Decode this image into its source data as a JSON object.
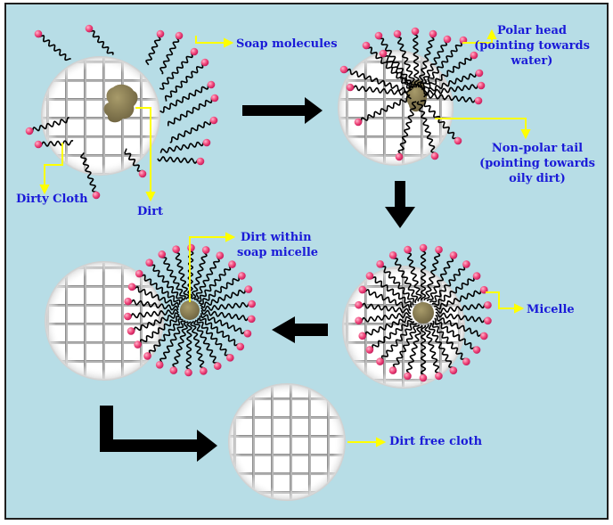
{
  "colors": {
    "background": "#b7dde6",
    "frame": "#1f1f1f",
    "label_text": "#1a1ad8",
    "pointer_arrow": "#ffff00",
    "process_arrow": "#000000",
    "cloth_fill": "#ffffff",
    "cloth_weave": "#a9a9a9",
    "dirt": "#8b7f52",
    "soap_head": "#f0487a",
    "soap_tail": "#000000"
  },
  "labels": {
    "soap_molecules": "Soap molecules",
    "dirty_cloth": "Dirty Cloth",
    "dirt": "Dirt",
    "polar_head": [
      "Polar head",
      "(pointing towards",
      "water)"
    ],
    "non_polar_tail": [
      "Non-polar tail",
      "(pointing towards",
      "oily dirt)"
    ],
    "dirt_within_micelle": [
      "Dirt within",
      "soap micelle"
    ],
    "micelle": "Micelle",
    "dirt_free_cloth": "Dirt free cloth"
  },
  "stages": [
    {
      "id": "dirty-cloth-with-soap",
      "soap_molecules": "scattered"
    },
    {
      "id": "soap-attaches-to-dirt",
      "soap_molecules": "tails in oily dirt"
    },
    {
      "id": "micelle-on-cloth",
      "soap_molecules": "radial micelle"
    },
    {
      "id": "micelle-lifted-off-cloth",
      "soap_molecules": "radial micelle"
    },
    {
      "id": "dirt-free-cloth",
      "soap_molecules": "none"
    }
  ],
  "icons": [
    "right-arrow-icon",
    "down-arrow-icon",
    "left-arrow-icon",
    "elbow-arrow-icon"
  ]
}
